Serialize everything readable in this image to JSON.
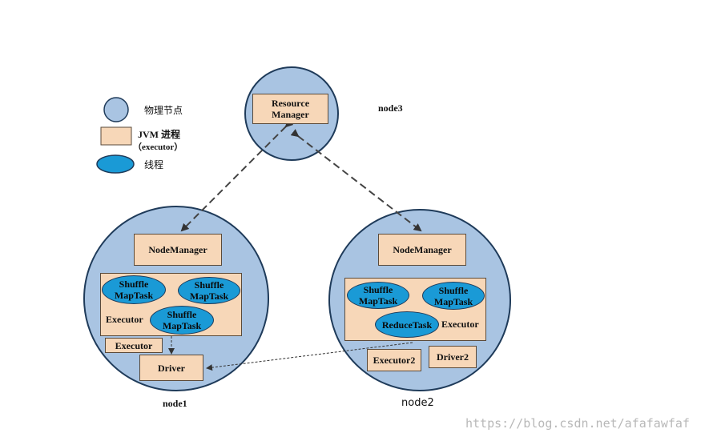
{
  "legend": {
    "physical_node": "物理节点",
    "jvm_process_line1": "JVM 进程",
    "jvm_process_line2": "（executor）",
    "thread": "线程"
  },
  "node3": {
    "name": "node3",
    "resource_manager": "Resource\nManager"
  },
  "node1": {
    "name": "node1",
    "node_manager": "NodeManager",
    "threads": [
      "Shuffle\nMapTask",
      "Shuffle\nMapTask",
      "Shuffle\nMapTask"
    ],
    "executor_label": "Executor",
    "executor_box": "Executor",
    "driver": "Driver"
  },
  "node2": {
    "name": "node2",
    "node_manager": "NodeManager",
    "threads": [
      "Shuffle\nMapTask",
      "Shuffle\nMapTask",
      "ReduceTask"
    ],
    "executor_label": "Executor",
    "executor2": "Executor2",
    "driver2": "Driver2"
  },
  "watermark": "https://blog.csdn.net/afafawfaf",
  "colors": {
    "node_fill": "#a9c4e2",
    "node_stroke": "#1f3b5a",
    "process_fill": "#f7d7b8",
    "thread_fill": "#1a9ad6",
    "arrow": "#444444"
  }
}
